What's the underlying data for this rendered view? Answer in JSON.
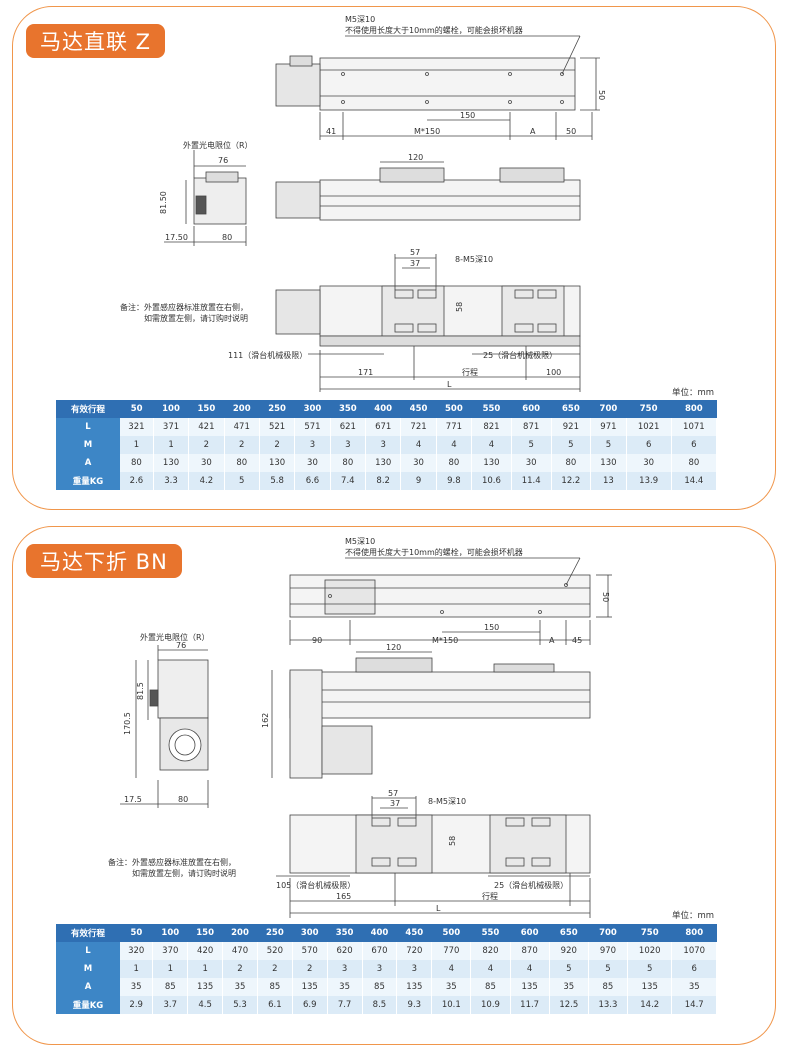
{
  "units": "单位：mm",
  "sections": [
    {
      "title": "马达直联 Z",
      "note_lines": [
        "备注：外置感应器标准放置在右侧，",
        "如需放置左侧，请订购时说明"
      ],
      "dims": {
        "m5": "M5深10",
        "warn": "不得使用长度大于10mm的螺栓，可能会损坏机器",
        "left": "41",
        "mid": "M*150",
        "a": "A",
        "right": "50",
        "pitch": "150",
        "height": "50",
        "sensor": "外置光电限位（R）",
        "w76": "76",
        "h81": "81.50",
        "d17": "17.50",
        "d80": "80",
        "d120": "120",
        "d57": "57",
        "d37": "37",
        "holes": "8-M5深10",
        "d58": "58",
        "mech_left": "111（滑台机械极限）",
        "mech_right": "25（滑台机械极限）",
        "off_left": "171",
        "stroke": "行程",
        "off_right": "100",
        "total": "L"
      },
      "table": {
        "header_label": "有效行程",
        "columns": [
          "50",
          "100",
          "150",
          "200",
          "250",
          "300",
          "350",
          "400",
          "450",
          "500",
          "550",
          "600",
          "650",
          "700",
          "750",
          "800"
        ],
        "rows": [
          {
            "label": "L",
            "values": [
              "321",
              "371",
              "421",
              "471",
              "521",
              "571",
              "621",
              "671",
              "721",
              "771",
              "821",
              "871",
              "921",
              "971",
              "1021",
              "1071"
            ]
          },
          {
            "label": "M",
            "values": [
              "1",
              "1",
              "2",
              "2",
              "2",
              "3",
              "3",
              "3",
              "4",
              "4",
              "4",
              "5",
              "5",
              "5",
              "6",
              "6"
            ]
          },
          {
            "label": "A",
            "values": [
              "80",
              "130",
              "30",
              "80",
              "130",
              "30",
              "80",
              "130",
              "30",
              "80",
              "130",
              "30",
              "80",
              "130",
              "30",
              "80"
            ]
          },
          {
            "label": "重量KG",
            "values": [
              "2.6",
              "3.3",
              "4.2",
              "5",
              "5.8",
              "6.6",
              "7.4",
              "8.2",
              "9",
              "9.8",
              "10.6",
              "11.4",
              "12.2",
              "13",
              "13.9",
              "14.4"
            ]
          }
        ]
      }
    },
    {
      "title": "马达下折 BN",
      "note_lines": [
        "备注：外置感应器标准放置在右侧，",
        "如需放置左侧，请订购时说明"
      ],
      "dims": {
        "m5": "M5深10",
        "warn": "不得使用长度大于10mm的螺栓，可能会损坏机器",
        "left": "90",
        "mid": "M*150",
        "a": "A",
        "right": "45",
        "pitch": "150",
        "height": "50",
        "sensor": "外置光电限位（R）",
        "w76": "76",
        "h81": "81.5",
        "h170": "170.5",
        "d17": "17.5",
        "d80": "80",
        "d120": "120",
        "d162": "162",
        "d57": "57",
        "d37": "37",
        "holes": "8-M5深10",
        "d58": "58",
        "mech_left": "105（滑台机械极限）",
        "mech_right": "25（滑台机械极限）",
        "off_left": "165",
        "stroke": "行程",
        "total": "L"
      },
      "table": {
        "header_label": "有效行程",
        "columns": [
          "50",
          "100",
          "150",
          "200",
          "250",
          "300",
          "350",
          "400",
          "450",
          "500",
          "550",
          "600",
          "650",
          "700",
          "750",
          "800"
        ],
        "rows": [
          {
            "label": "L",
            "values": [
              "320",
              "370",
              "420",
              "470",
              "520",
              "570",
              "620",
              "670",
              "720",
              "770",
              "820",
              "870",
              "920",
              "970",
              "1020",
              "1070"
            ]
          },
          {
            "label": "M",
            "values": [
              "1",
              "1",
              "1",
              "2",
              "2",
              "2",
              "3",
              "3",
              "3",
              "4",
              "4",
              "4",
              "5",
              "5",
              "5",
              "6"
            ]
          },
          {
            "label": "A",
            "values": [
              "35",
              "85",
              "135",
              "35",
              "85",
              "135",
              "35",
              "85",
              "135",
              "35",
              "85",
              "135",
              "35",
              "85",
              "135",
              "35"
            ]
          },
          {
            "label": "重量KG",
            "values": [
              "2.9",
              "3.7",
              "4.5",
              "5.3",
              "6.1",
              "6.9",
              "7.7",
              "8.5",
              "9.3",
              "10.1",
              "10.9",
              "11.7",
              "12.5",
              "13.3",
              "14.2",
              "14.7"
            ]
          }
        ]
      }
    }
  ]
}
